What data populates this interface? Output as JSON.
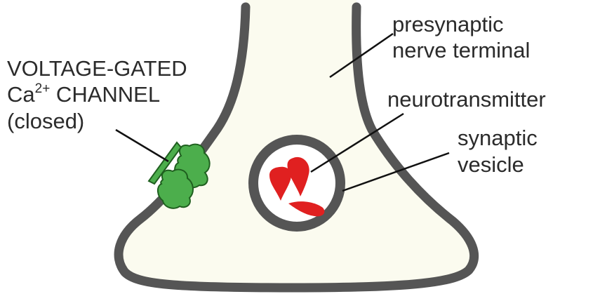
{
  "labels": {
    "presynaptic_line1": "presynaptic",
    "presynaptic_line2": "nerve terminal",
    "neurotransmitter": "neurotransmitter",
    "vesicle_line1": "synaptic",
    "vesicle_line2": "vesicle",
    "channel_line1": "VOLTAGE-GATED",
    "channel_line2_prefix": "Ca",
    "channel_line2_sup": "2+",
    "channel_line2_suffix": " CHANNEL",
    "channel_line3": "(closed)"
  },
  "colors": {
    "membrane": "#555555",
    "cytoplasm": "#fbfbef",
    "channel": "#4cae4c",
    "channel_outline": "#1f5f1f",
    "neurotransmitter": "#e02020",
    "vesicle_fill": "#ffffff",
    "text": "#2b2b2b"
  }
}
